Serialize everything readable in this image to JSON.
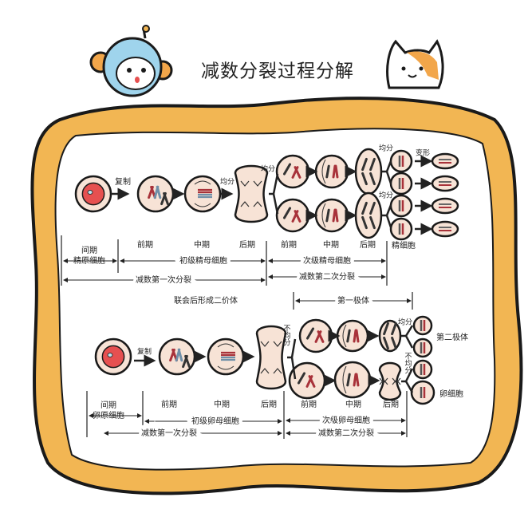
{
  "title": "减数分裂过程分解",
  "colors": {
    "frame": "#f2b653",
    "cell": "#f7e3d6",
    "nucleus": "#e65050",
    "chrom_red": "#a8323a",
    "chrom_blue": "#6f8fa8",
    "outline": "#1a1a1a"
  },
  "sperm": {
    "replicate": "复制",
    "equal_split": "均分",
    "transform": "变形",
    "phases": {
      "prophase": "前期",
      "metaphase": "中期",
      "anaphase": "后期"
    },
    "interphase": "间期",
    "spermatogonium": "精原细胞",
    "primary": "初级精母细胞",
    "secondary": "次级精母细胞",
    "spermatid": "精细胞",
    "meiosis1": "减数第一次分裂",
    "meiosis2": "减数第二次分裂",
    "synapsis_note": "联会后形成二价体",
    "first_polar_body": "第一极体"
  },
  "egg": {
    "replicate": "复制",
    "unequal_split": "不均分",
    "equal_split": "均分",
    "phases": {
      "prophase": "前期",
      "metaphase": "中期",
      "anaphase": "后期"
    },
    "interphase": "间期",
    "oogonium": "卵原细胞",
    "primary": "初级卵母细胞",
    "secondary": "次级卵母细胞",
    "meiosis1": "减数第一次分裂",
    "meiosis2": "减数第二次分裂",
    "second_polar_body": "第二极体",
    "egg_cell": "卵细胞"
  }
}
